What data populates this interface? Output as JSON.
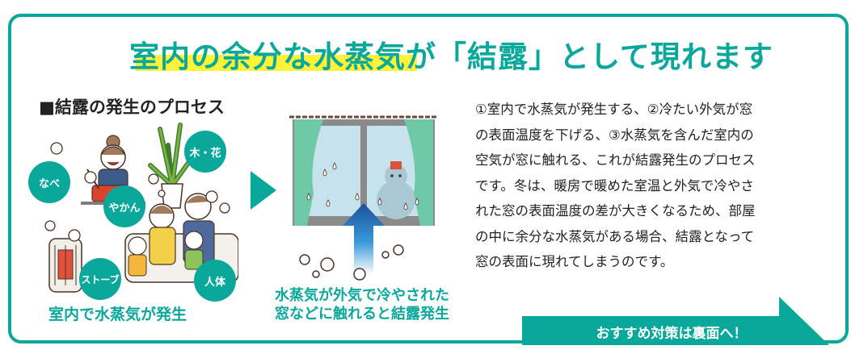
{
  "colors": {
    "accent": "#0aa89b",
    "highlight": "#fff33a",
    "text": "#222222",
    "arrow_blue": "#1f64b5",
    "curtain": "#6fc9a8",
    "glass": "#c6e2ec"
  },
  "title": {
    "text": "室内の余分な水蒸気が「結露」として現れます",
    "highlighted_part": "室内の余分な水蒸気が「結露」"
  },
  "section": {
    "heading": "■結露の発生のプロセス"
  },
  "left_illustration": {
    "sources": [
      {
        "label": "なべ",
        "icon": "pot-icon"
      },
      {
        "label": "やかん",
        "icon": "kettle-icon"
      },
      {
        "label": "木・花",
        "icon": "plant-icon"
      },
      {
        "label": "ストーブ",
        "icon": "stove-icon"
      },
      {
        "label": "人体",
        "icon": "people-icon"
      }
    ],
    "caption": "室内で水蒸気が発生"
  },
  "step_arrow": {
    "icon": "play-arrow-icon"
  },
  "middle_illustration": {
    "icon": "window-condensation-icon",
    "caption_lines": [
      "水蒸気が外気で冷やされた",
      "窓などに触れると結露発生"
    ]
  },
  "explanation": {
    "lines": [
      "①室内で水蒸気が発生する、②冷たい外気が窓",
      "の表面温度を下げる、③水蒸気を含んだ室内の",
      "空気が窓に触れる、これが結露発生のプロセス",
      "です。冬は、暖房で暖めた室温と外気で冷やさ",
      "れた窓の表面温度の差が大きくなるため、部屋",
      "の中に余分な水蒸気がある場合、結露となって",
      "窓の表面に現れてしまうのです。"
    ]
  },
  "cta": {
    "label": "おすすめ対策は裏面へ！"
  }
}
